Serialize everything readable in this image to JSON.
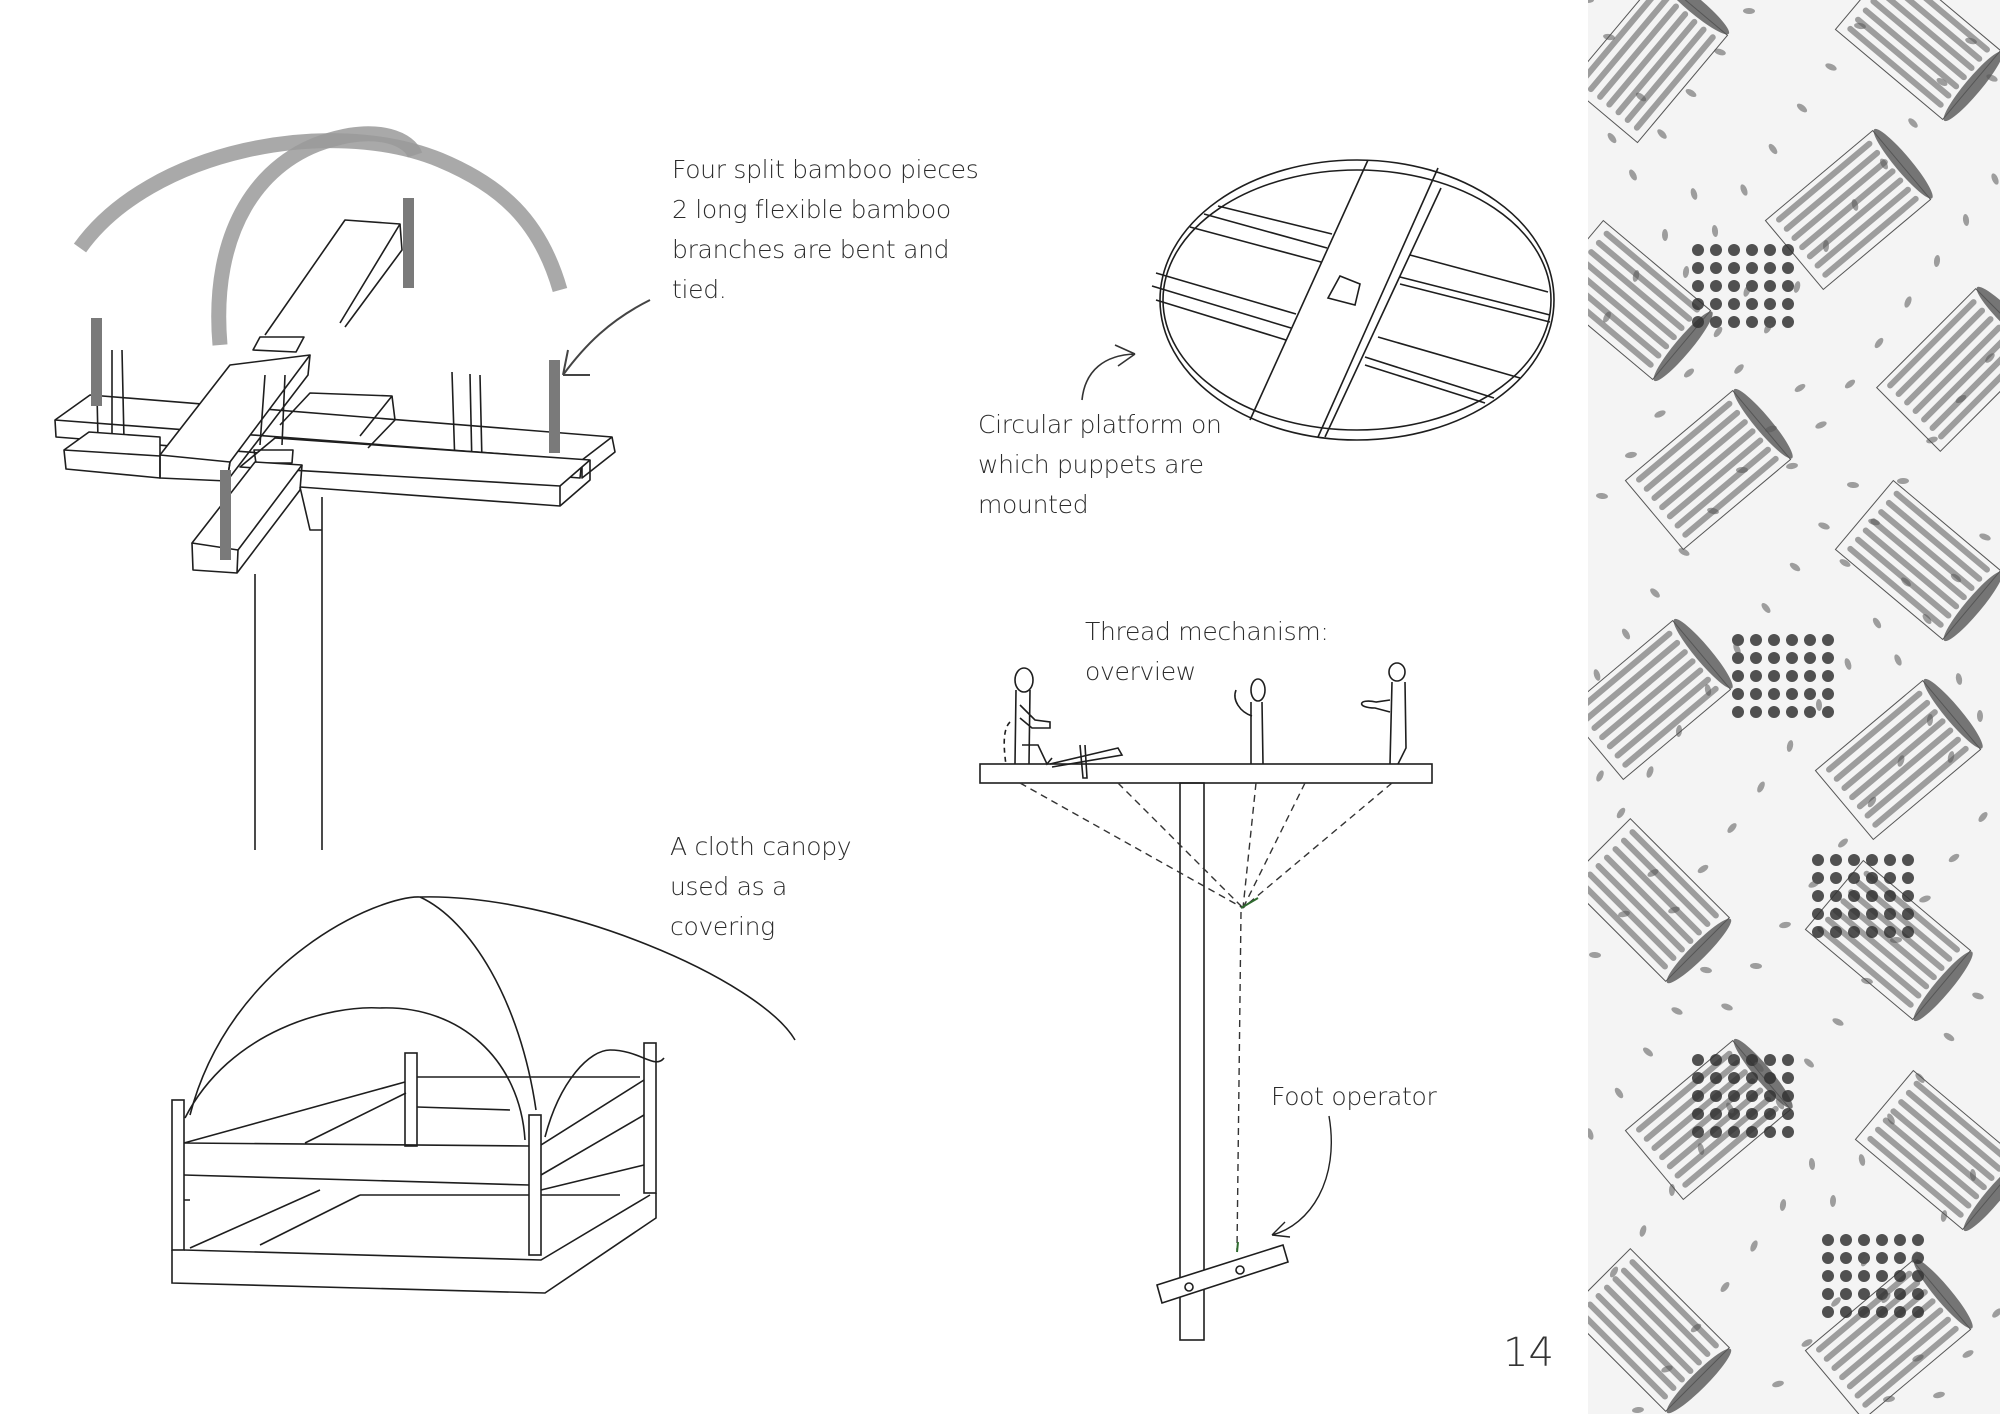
{
  "page": {
    "page_number": "14"
  },
  "annotations": {
    "bamboo_frame": {
      "lines": [
        "Four split bamboo pieces",
        "2 long flexible bamboo",
        "branches are bent and",
        "tied."
      ]
    },
    "circular_platform": {
      "lines": [
        "Circular platform on",
        "which puppets are",
        "mounted"
      ]
    },
    "thread_mechanism": {
      "lines": [
        "Thread mechanism:",
        "overview"
      ]
    },
    "cloth_canopy": {
      "lines": [
        "A cloth canopy",
        "used as a",
        "covering"
      ]
    },
    "foot_operator": {
      "lines": [
        "Foot operator"
      ]
    }
  },
  "colors": {
    "ink": "#1e1e1e",
    "bamboo_arc": "#9a9a9a",
    "bamboo_post": "#7a7a7a",
    "thread_accent": "#2f6b2f",
    "pattern_ink": "#555555"
  }
}
